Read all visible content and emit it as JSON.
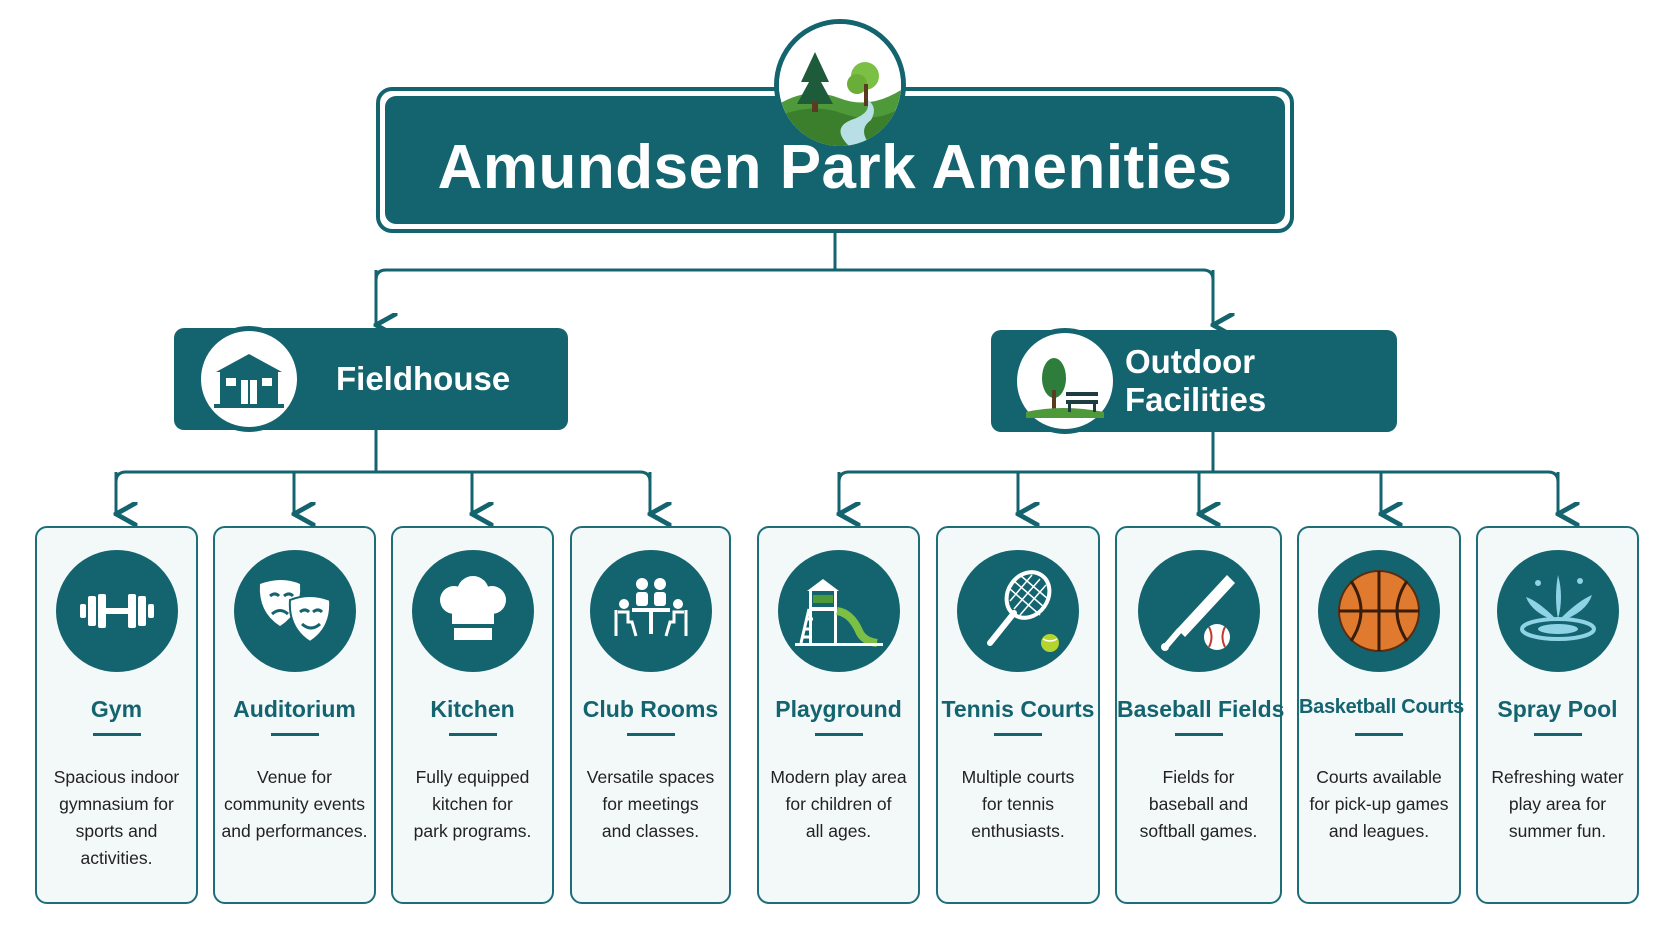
{
  "title": "Amundsen Park Amenities",
  "colors": {
    "primary": "#14646f",
    "card_bg": "#f3f8f9",
    "text": "#222222"
  },
  "categories": [
    {
      "label": "Fieldhouse",
      "icon": "building-icon"
    },
    {
      "label": "Outdoor Facilities",
      "icon": "tree-bench-icon"
    }
  ],
  "amenities": [
    {
      "title": "Gym",
      "icon": "dumbbell-icon",
      "lines": [
        "Spacious indoor",
        "gymnasium for",
        "sports and activities."
      ]
    },
    {
      "title": "Auditorium",
      "icon": "theater-masks-icon",
      "lines": [
        "Venue for",
        "community events",
        "and performances."
      ]
    },
    {
      "title": "Kitchen",
      "icon": "chef-hat-icon",
      "lines": [
        "Fully equipped",
        "kitchen for",
        "park programs."
      ]
    },
    {
      "title": "Club Rooms",
      "icon": "meeting-table-icon",
      "lines": [
        "Versatile spaces",
        "for meetings",
        "and classes."
      ]
    },
    {
      "title": "Playground",
      "icon": "playground-slide-icon",
      "lines": [
        "Modern play area",
        "for children of",
        "all ages."
      ]
    },
    {
      "title": "Tennis Courts",
      "icon": "tennis-racket-icon",
      "lines": [
        "Multiple courts",
        "for tennis",
        "enthusiasts."
      ]
    },
    {
      "title": "Baseball Fields",
      "icon": "baseball-bat-icon",
      "lines": [
        "Fields for",
        "baseball and",
        "softball games."
      ]
    },
    {
      "title": "Basketball Courts",
      "icon": "basketball-icon",
      "lines": [
        "Courts available",
        "for pick-up games",
        "and leagues."
      ]
    },
    {
      "title": "Spray Pool",
      "icon": "water-splash-icon",
      "lines": [
        "Refreshing water",
        "play area for",
        "summer fun."
      ]
    }
  ]
}
